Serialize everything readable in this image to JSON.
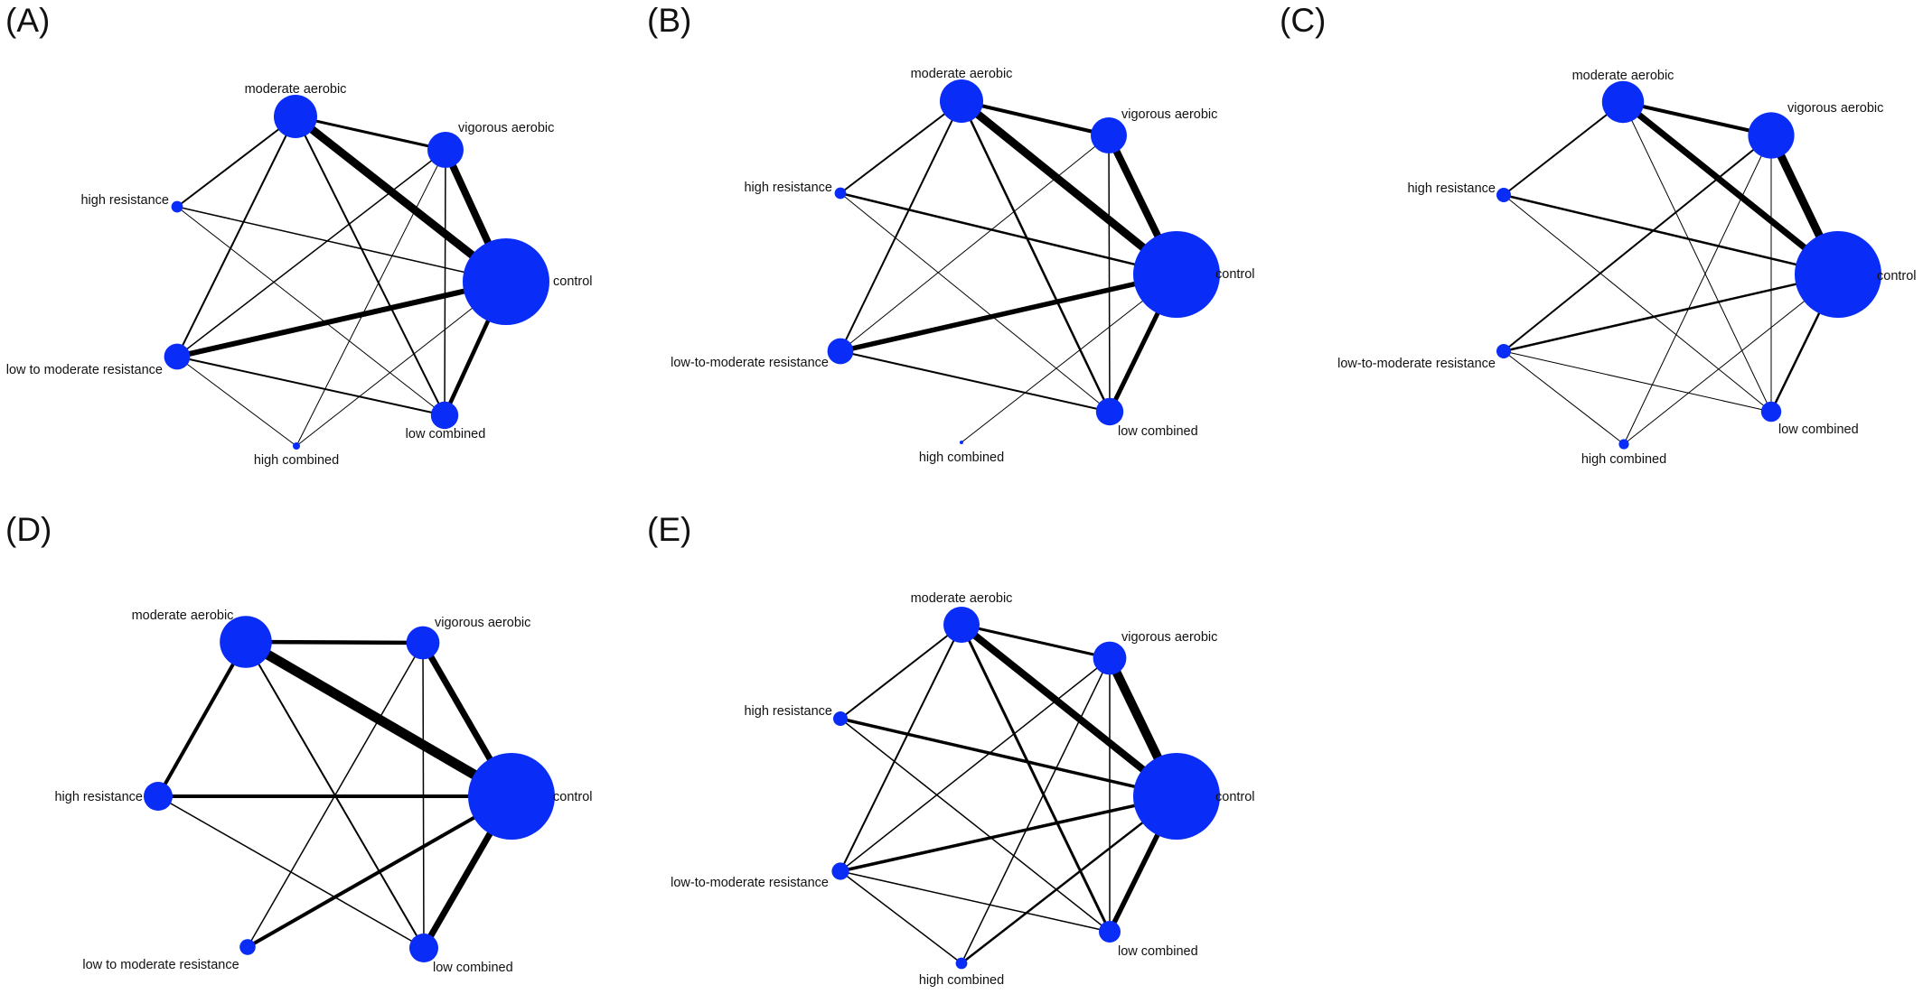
{
  "colors": {
    "node": "#0a2cf7",
    "edge": "#000000",
    "label": "#111111"
  },
  "panels": [
    {
      "id": "A",
      "label": "(A)",
      "nodes": [
        {
          "id": "ma",
          "label": "moderate aerobic",
          "size": 3
        },
        {
          "id": "va",
          "label": "vigorous aerobic",
          "size": 2.5
        },
        {
          "id": "hr",
          "label": "high resistance",
          "size": 0.8
        },
        {
          "id": "ctl",
          "label": "control",
          "size": 6
        },
        {
          "id": "lr",
          "label": "low to moderate resistance",
          "size": 1.8
        },
        {
          "id": "hc",
          "label": "high combined",
          "size": 0.5
        },
        {
          "id": "lc",
          "label": "low combined",
          "size": 1.9
        }
      ],
      "edges": [
        {
          "from": "ma",
          "to": "va",
          "weight": 3
        },
        {
          "from": "ma",
          "to": "ctl",
          "weight": 9
        },
        {
          "from": "ma",
          "to": "hr",
          "weight": 2
        },
        {
          "from": "ma",
          "to": "lr",
          "weight": 2
        },
        {
          "from": "ma",
          "to": "lc",
          "weight": 2
        },
        {
          "from": "va",
          "to": "ctl",
          "weight": 8
        },
        {
          "from": "va",
          "to": "lr",
          "weight": 1.5
        },
        {
          "from": "va",
          "to": "hc",
          "weight": 1
        },
        {
          "from": "va",
          "to": "lc",
          "weight": 1.5
        },
        {
          "from": "hr",
          "to": "ctl",
          "weight": 1.5
        },
        {
          "from": "hr",
          "to": "lc",
          "weight": 1
        },
        {
          "from": "lr",
          "to": "ctl",
          "weight": 6
        },
        {
          "from": "lr",
          "to": "lc",
          "weight": 2
        },
        {
          "from": "lr",
          "to": "hc",
          "weight": 1
        },
        {
          "from": "ctl",
          "to": "lc",
          "weight": 4.5
        },
        {
          "from": "ctl",
          "to": "hc",
          "weight": 1
        }
      ]
    },
    {
      "id": "B",
      "label": "(B)",
      "nodes": [
        {
          "id": "ma",
          "label": "moderate aerobic",
          "size": 3
        },
        {
          "id": "va",
          "label": "vigorous aerobic",
          "size": 2.5
        },
        {
          "id": "hr",
          "label": "high resistance",
          "size": 0.8
        },
        {
          "id": "ctl",
          "label": "control",
          "size": 6
        },
        {
          "id": "lr",
          "label": "low-to-moderate resistance",
          "size": 1.8
        },
        {
          "id": "hc",
          "label": "high combined",
          "size": 0.2
        },
        {
          "id": "lc",
          "label": "low combined",
          "size": 1.9
        }
      ],
      "edges": [
        {
          "from": "ma",
          "to": "va",
          "weight": 4
        },
        {
          "from": "ma",
          "to": "ctl",
          "weight": 9
        },
        {
          "from": "ma",
          "to": "hr",
          "weight": 2
        },
        {
          "from": "ma",
          "to": "lr",
          "weight": 2
        },
        {
          "from": "ma",
          "to": "lc",
          "weight": 2.5
        },
        {
          "from": "va",
          "to": "ctl",
          "weight": 8
        },
        {
          "from": "va",
          "to": "lr",
          "weight": 1
        },
        {
          "from": "va",
          "to": "lc",
          "weight": 1.5
        },
        {
          "from": "hr",
          "to": "ctl",
          "weight": 2.5
        },
        {
          "from": "hr",
          "to": "lc",
          "weight": 1
        },
        {
          "from": "lr",
          "to": "ctl",
          "weight": 5.5
        },
        {
          "from": "lr",
          "to": "lc",
          "weight": 2
        },
        {
          "from": "ctl",
          "to": "lc",
          "weight": 5
        },
        {
          "from": "ctl",
          "to": "hc",
          "weight": 1
        }
      ]
    },
    {
      "id": "C",
      "label": "(C)",
      "nodes": [
        {
          "id": "ma",
          "label": "moderate aerobic",
          "size": 2.9
        },
        {
          "id": "va",
          "label": "vigorous aerobic",
          "size": 3.2
        },
        {
          "id": "hr",
          "label": "high resistance",
          "size": 1.0
        },
        {
          "id": "ctl",
          "label": "control",
          "size": 6
        },
        {
          "id": "lr",
          "label": "low-to-moderate resistance",
          "size": 1.0
        },
        {
          "id": "hc",
          "label": "high combined",
          "size": 0.7
        },
        {
          "id": "lc",
          "label": "low combined",
          "size": 1.4
        }
      ],
      "edges": [
        {
          "from": "ma",
          "to": "va",
          "weight": 4
        },
        {
          "from": "ma",
          "to": "ctl",
          "weight": 7
        },
        {
          "from": "ma",
          "to": "hr",
          "weight": 2
        },
        {
          "from": "ma",
          "to": "lc",
          "weight": 1
        },
        {
          "from": "va",
          "to": "ctl",
          "weight": 9
        },
        {
          "from": "va",
          "to": "lr",
          "weight": 2
        },
        {
          "from": "va",
          "to": "hc",
          "weight": 1
        },
        {
          "from": "va",
          "to": "lc",
          "weight": 1
        },
        {
          "from": "hr",
          "to": "ctl",
          "weight": 2.5
        },
        {
          "from": "hr",
          "to": "lc",
          "weight": 1
        },
        {
          "from": "lr",
          "to": "ctl",
          "weight": 2.5
        },
        {
          "from": "lr",
          "to": "lc",
          "weight": 1
        },
        {
          "from": "lr",
          "to": "hc",
          "weight": 1
        },
        {
          "from": "ctl",
          "to": "lc",
          "weight": 2.5
        },
        {
          "from": "ctl",
          "to": "hc",
          "weight": 1
        }
      ]
    },
    {
      "id": "D",
      "label": "(D)",
      "nodes": [
        {
          "id": "ma",
          "label": "moderate aerobic",
          "size": 3.6
        },
        {
          "id": "va",
          "label": "vigorous aerobic",
          "size": 2.3
        },
        {
          "id": "hr",
          "label": "high resistance",
          "size": 2.0
        },
        {
          "id": "ctl",
          "label": "control",
          "size": 6
        },
        {
          "id": "lr",
          "label": "low to moderate resistance",
          "size": 1.1
        },
        {
          "id": "lc",
          "label": "low combined",
          "size": 2.0
        }
      ],
      "edges": [
        {
          "from": "ma",
          "to": "va",
          "weight": 4.5
        },
        {
          "from": "ma",
          "to": "ctl",
          "weight": 11
        },
        {
          "from": "ma",
          "to": "hr",
          "weight": 4
        },
        {
          "from": "ma",
          "to": "lc",
          "weight": 2
        },
        {
          "from": "va",
          "to": "ctl",
          "weight": 7
        },
        {
          "from": "va",
          "to": "lr",
          "weight": 1.5
        },
        {
          "from": "va",
          "to": "lc",
          "weight": 1.5
        },
        {
          "from": "hr",
          "to": "ctl",
          "weight": 4
        },
        {
          "from": "hr",
          "to": "lc",
          "weight": 1.5
        },
        {
          "from": "lr",
          "to": "ctl",
          "weight": 4
        },
        {
          "from": "ctl",
          "to": "lc",
          "weight": 7
        }
      ]
    },
    {
      "id": "E",
      "label": "(E)",
      "nodes": [
        {
          "id": "ma",
          "label": "moderate aerobic",
          "size": 2.5
        },
        {
          "id": "va",
          "label": "vigorous aerobic",
          "size": 2.3
        },
        {
          "id": "hr",
          "label": "high resistance",
          "size": 1.0
        },
        {
          "id": "ctl",
          "label": "control",
          "size": 6
        },
        {
          "id": "lr",
          "label": "low-to-moderate resistance",
          "size": 1.2
        },
        {
          "id": "hc",
          "label": "high combined",
          "size": 0.8
        },
        {
          "id": "lc",
          "label": "low combined",
          "size": 1.5
        }
      ],
      "edges": [
        {
          "from": "ma",
          "to": "va",
          "weight": 3
        },
        {
          "from": "ma",
          "to": "ctl",
          "weight": 8
        },
        {
          "from": "ma",
          "to": "hr",
          "weight": 2
        },
        {
          "from": "ma",
          "to": "lr",
          "weight": 2
        },
        {
          "from": "ma",
          "to": "lc",
          "weight": 3
        },
        {
          "from": "va",
          "to": "ctl",
          "weight": 10
        },
        {
          "from": "va",
          "to": "lr",
          "weight": 1.5
        },
        {
          "from": "va",
          "to": "hc",
          "weight": 1.5
        },
        {
          "from": "va",
          "to": "lc",
          "weight": 1.5
        },
        {
          "from": "hr",
          "to": "ctl",
          "weight": 3.5
        },
        {
          "from": "hr",
          "to": "lc",
          "weight": 1.5
        },
        {
          "from": "lr",
          "to": "ctl",
          "weight": 3.5
        },
        {
          "from": "lr",
          "to": "lc",
          "weight": 1.5
        },
        {
          "from": "lr",
          "to": "hc",
          "weight": 1.5
        },
        {
          "from": "ctl",
          "to": "lc",
          "weight": 5.5
        },
        {
          "from": "ctl",
          "to": "hc",
          "weight": 2.5
        }
      ]
    }
  ]
}
